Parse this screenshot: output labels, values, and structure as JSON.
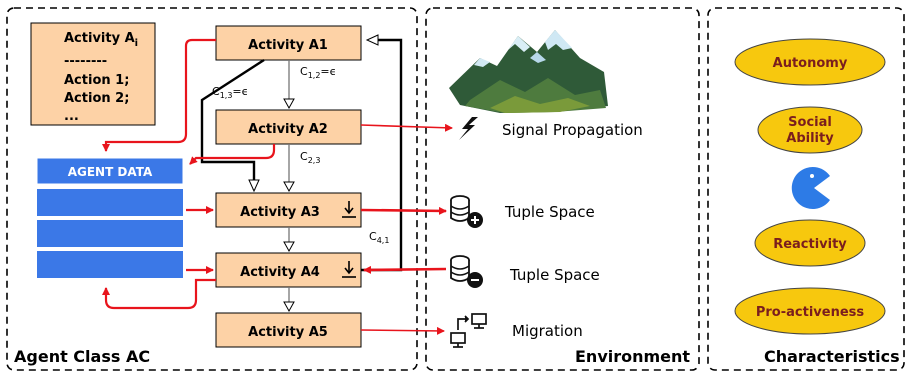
{
  "panels": {
    "agent_class": "Agent Class AC",
    "environment": "Environment",
    "characteristics": "Characteristics"
  },
  "legend_box": {
    "title_main": "Activity A",
    "title_sub": "i",
    "dashes": "--------",
    "line1": "Action 1;",
    "line2": "Action 2;",
    "line3": "..."
  },
  "agent_data": {
    "title": "AGENT DATA"
  },
  "activities": [
    {
      "label": "Activity A1"
    },
    {
      "label": "Activity A2"
    },
    {
      "label": "Activity A3"
    },
    {
      "label": "Activity A4"
    },
    {
      "label": "Activity A5"
    }
  ],
  "conditions": {
    "c12": {
      "main": "C",
      "sub": "1,2",
      "suffix": "=ϵ"
    },
    "c13": {
      "main": "C",
      "sub": "1,3",
      "suffix": "=ϵ"
    },
    "c23": {
      "main": "C",
      "sub": "2,3",
      "suffix": ""
    },
    "c41": {
      "main": "C",
      "sub": "4,1",
      "suffix": ""
    }
  },
  "environment_items": {
    "signal": "Signal Propagation",
    "tuple_out": "Tuple Space",
    "tuple_in": "Tuple Space",
    "migration": "Migration"
  },
  "characteristics": {
    "autonomy": "Autonomy",
    "social_line1": "Social",
    "social_line2": "Ability",
    "reactivity": "Reactivity",
    "proactiveness": "Pro-activeness"
  },
  "colors": {
    "activity_fill": "#fdd2a6",
    "agent_data_blue": "#3b78e7",
    "arrow_red": "#e8141c",
    "ellipse_fill": "#f7c80e",
    "pacman_blue": "#2d7be6"
  }
}
